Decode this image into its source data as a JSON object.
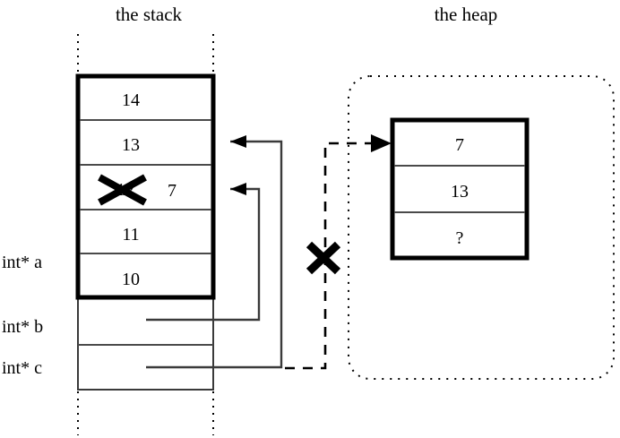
{
  "titles": {
    "stack": "the stack",
    "heap": "the heap"
  },
  "stack": {
    "cells": [
      {
        "value": "14",
        "struck": false
      },
      {
        "value": "13",
        "struck": false
      },
      {
        "value": "12",
        "struck": true,
        "replacement": "7"
      },
      {
        "value": "11",
        "struck": false
      },
      {
        "value": "10",
        "struck": false
      }
    ],
    "variables": [
      {
        "label": "int* a"
      },
      {
        "label": "int* b"
      },
      {
        "label": "int* c"
      }
    ]
  },
  "heap": {
    "cells": [
      {
        "value": "7"
      },
      {
        "value": "13"
      },
      {
        "value": "?"
      }
    ]
  },
  "annotations": {
    "invalid_pointer_mark": "×",
    "struck_value_mark": "×"
  },
  "colors": {
    "stroke": "#000000",
    "thin_stroke": "#3a3a3a",
    "background": "#ffffff"
  }
}
